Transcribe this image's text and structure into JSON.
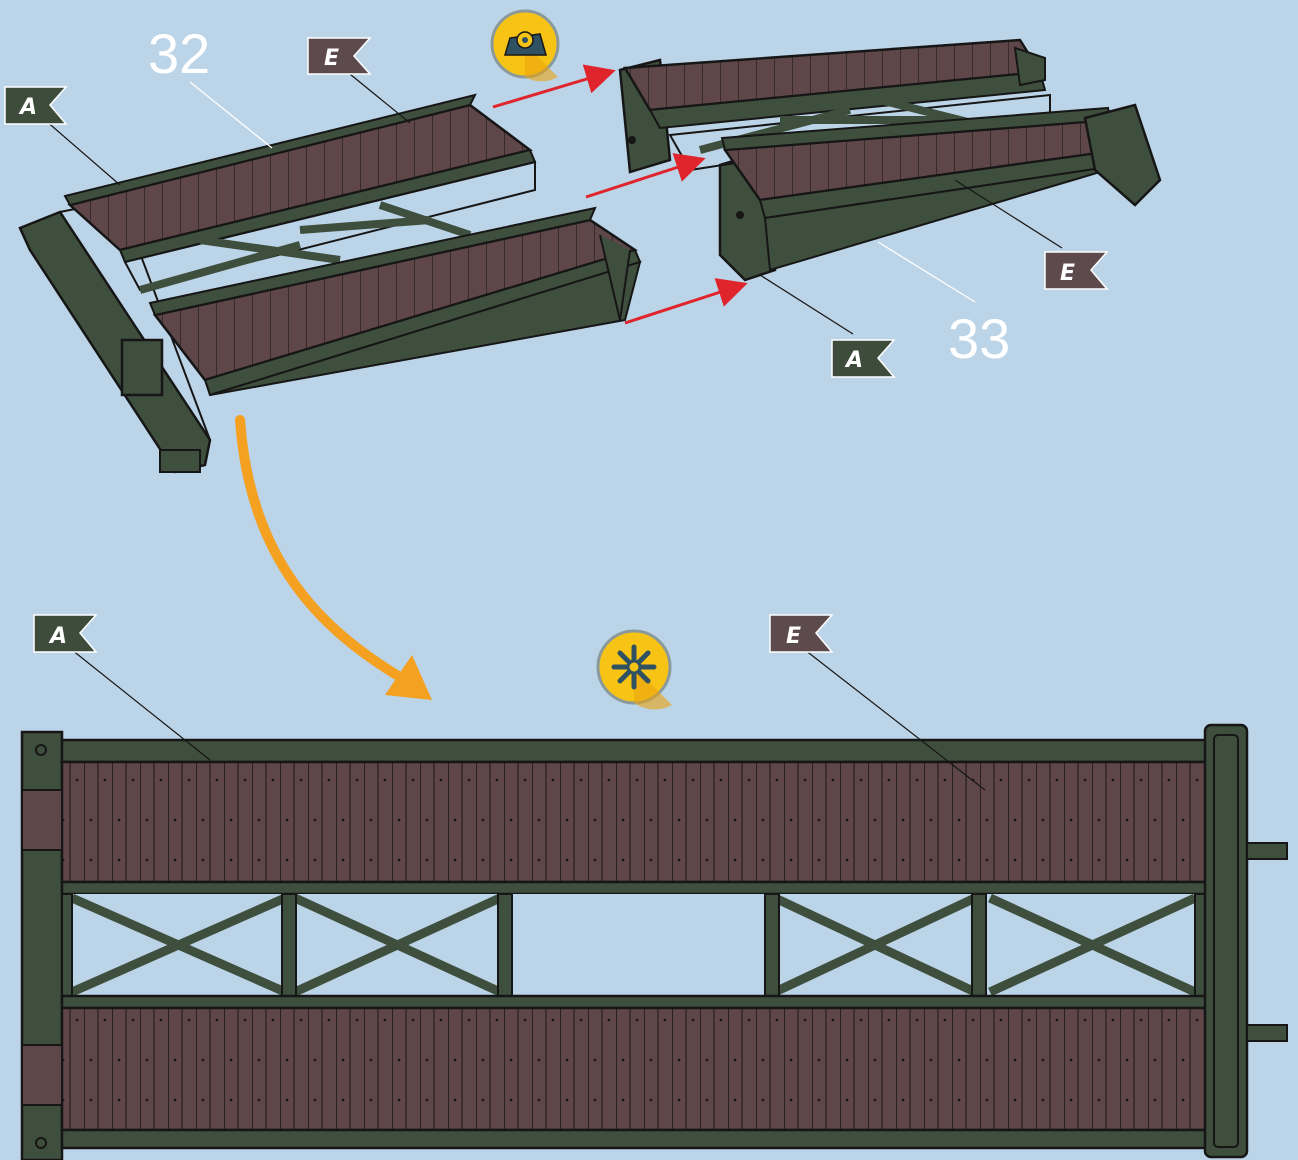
{
  "parts": {
    "part_32": "32",
    "part_33": "33"
  },
  "flags": {
    "a_top_left": "A",
    "e_top": "E",
    "e_right": "E",
    "a_mid": "A",
    "a_bottom": "A",
    "e_bottom": "E"
  },
  "icons": {
    "tape": "tape-dispenser-icon",
    "glue": "glue-star-icon"
  },
  "colors": {
    "background": "#bcd4e8",
    "frame_green": "#3f4f3d",
    "deck_brown": "#5e4649",
    "outline": "#161616",
    "flag_a": "#3e4d3b",
    "flag_e": "#5c4a4d",
    "arrow_red": "#e0242b",
    "arrow_orange": "#f4a020",
    "badge_yellow": "#f7c315"
  }
}
